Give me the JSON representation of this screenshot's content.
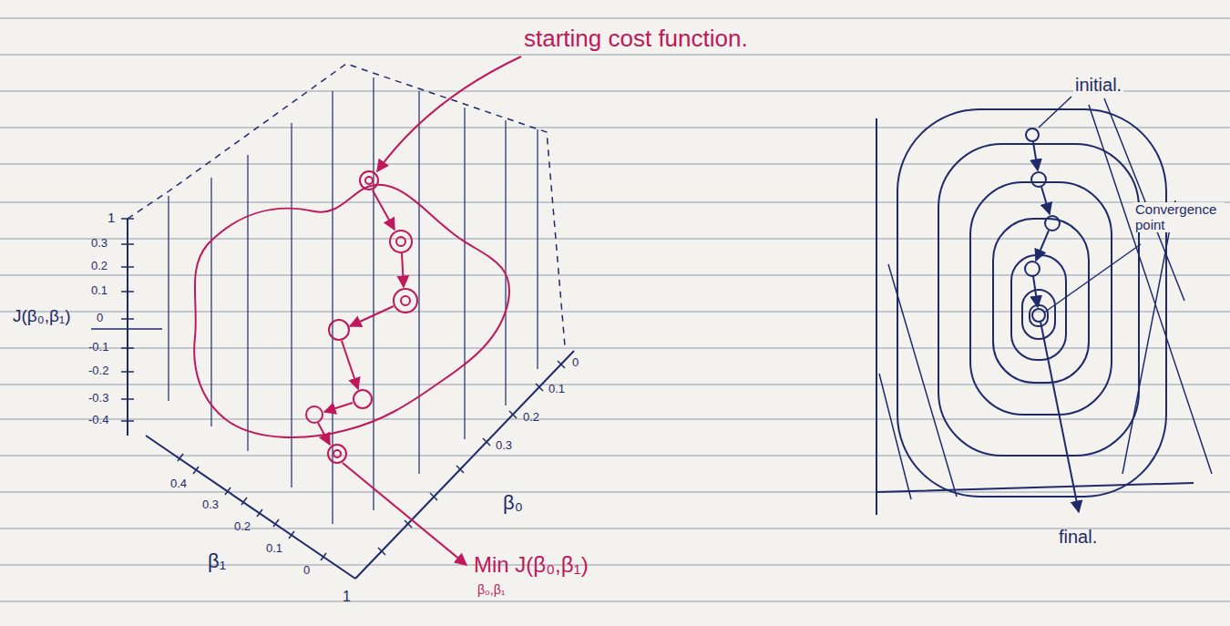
{
  "diagram": {
    "labels": [
      "starting cost function.",
      "1",
      "0.3",
      "0.2",
      "0.1",
      "0",
      "-0.1",
      "-0.2",
      "-0.3",
      "-0.4",
      "J(β₀,β₁)",
      "0.4",
      "0.3",
      "0.2",
      "0.1",
      "0",
      "β₁",
      "1",
      "0",
      "0.1",
      "0.2",
      "0.3",
      "β₀",
      "Min J(β₀,β₁)",
      "β₀,β₁",
      "initial.",
      "Convergence point",
      "final."
    ]
  }
}
